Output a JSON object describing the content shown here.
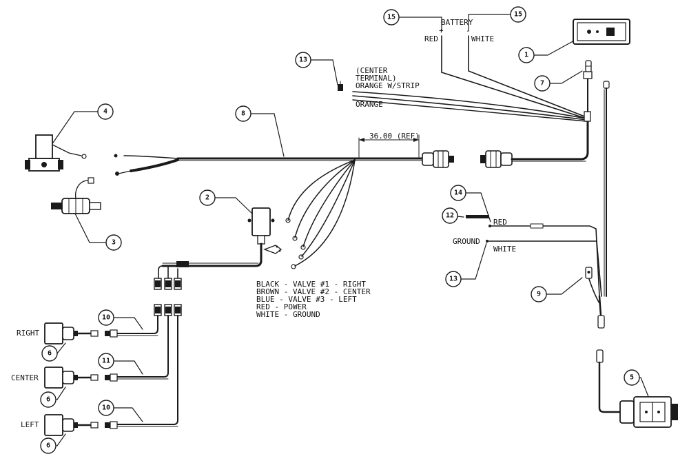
{
  "battery": {
    "title": "BATTERY",
    "plus": "+",
    "minus": "-",
    "red": "RED",
    "white": "WHITE"
  },
  "wire_13": {
    "line1": "(CENTER",
    "line2": "TERMINAL)",
    "line3": "ORANGE W/STRIP",
    "line4": "ORANGE"
  },
  "dimension": "36.00 (REF)",
  "color_key": [
    "BLACK - VALVE #1 - RIGHT",
    "BROWN - VALVE #2 - CENTER",
    "BLUE - VALVE #3 - LEFT",
    "RED - POWER",
    "WHITE - GROUND"
  ],
  "labels": {
    "red": "RED",
    "ground": "GROUND",
    "white": "WHITE",
    "right": "RIGHT",
    "center": "CENTER",
    "left": "LEFT"
  },
  "callouts": [
    "15",
    "15",
    "1",
    "13",
    "7",
    "4",
    "8",
    "2",
    "3",
    "14",
    "12",
    "13",
    "9",
    "10",
    "6",
    "11",
    "6",
    "10",
    "6",
    "5"
  ]
}
